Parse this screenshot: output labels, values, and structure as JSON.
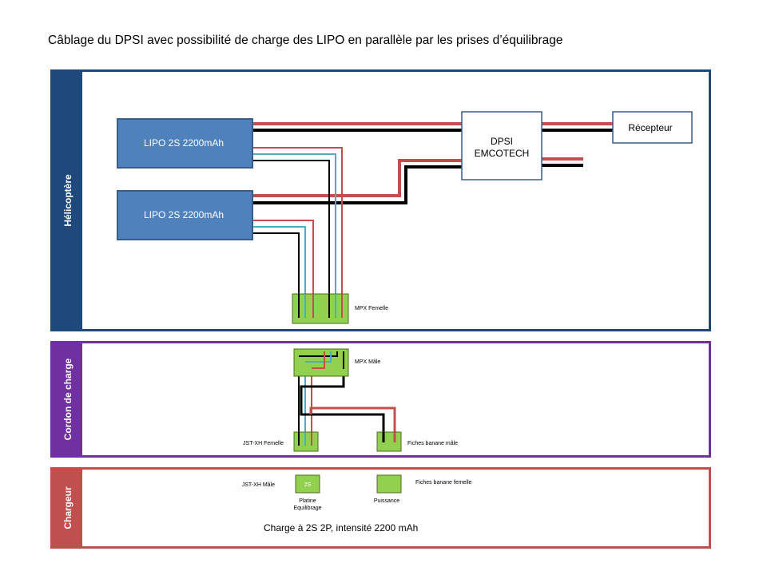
{
  "title": "Câblage du DPSI avec possibilité de charge des LIPO en parallèle par les prises d’équilibrage",
  "sections": {
    "helicoptere": "Hélicoptère",
    "cordon": "Cordon de charge",
    "chargeur": "Chargeur"
  },
  "blocks": {
    "lipo1": "LIPO 2S 2200mAh",
    "lipo2": "LIPO 2S 2200mAh",
    "dpsi_line1": "DPSI",
    "dpsi_line2": "EMCOTECH",
    "recepteur": "Récepteur"
  },
  "connectors": {
    "mpx_femelle": "MPX Femelle",
    "mpx_male": "MPX Mâle",
    "jst_femelle": "JST-XH Femelle",
    "fiches_banane_male": "Fiches banane  mâle",
    "jst_male": "JST-XH Mâle",
    "platine_2s": "2S",
    "platine_label_1": "Platine",
    "platine_label_2": "Equilibrage",
    "fiches_banane_femelle": "Fiches banane  femelle",
    "puissance": "Puissance"
  },
  "charge_note": "Charge  à 2S 2P, intensité 2200  mAh",
  "colors": {
    "red": "#c0504d",
    "blue": "#4bacc6",
    "black": "#000000",
    "lipo_fill": "#4f81bd",
    "lipo_border": "#385d8a",
    "green": "#92d050",
    "heli_band": "#1f497d",
    "cordon_band": "#7030a0",
    "chargeur_band": "#c0504d"
  }
}
